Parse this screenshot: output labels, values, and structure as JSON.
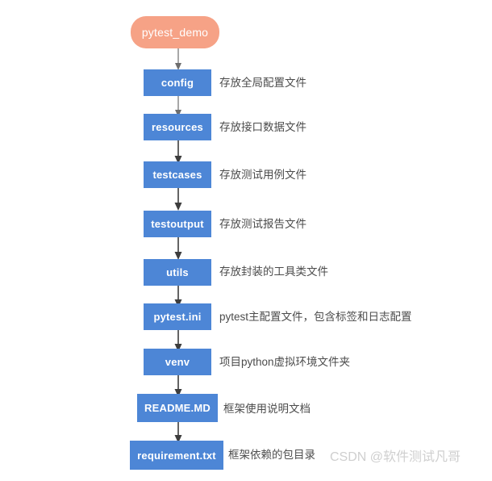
{
  "diagram": {
    "title": "pytest_demo project structure",
    "colors": {
      "root_fill": "#f6a286",
      "node_fill": "#4d86d6",
      "node_text": "#ffffff",
      "label_text": "#4c4c4c",
      "arrow": "#3d3d3d",
      "background": "#ffffff",
      "watermark": "#cfcfcf"
    },
    "root": {
      "label": "pytest_demo"
    },
    "nodes": [
      {
        "label": "config",
        "description": "存放全局配置文件"
      },
      {
        "label": "resources",
        "description": "存放接口数据文件"
      },
      {
        "label": "testcases",
        "description": "存放测试用例文件"
      },
      {
        "label": "testoutput",
        "description": "存放测试报告文件"
      },
      {
        "label": "utils",
        "description": "存放封装的工具类文件"
      },
      {
        "label": "pytest.ini",
        "description": "pytest主配置文件，包含标签和日志配置"
      },
      {
        "label": "venv",
        "description": "项目python虚拟环境文件夹"
      },
      {
        "label": "README.MD",
        "description": "框架使用说明文档"
      },
      {
        "label": "requirement.txt",
        "description": "框架依赖的包目录"
      }
    ]
  },
  "watermark": {
    "text": "CSDN @软件测试凡哥"
  }
}
